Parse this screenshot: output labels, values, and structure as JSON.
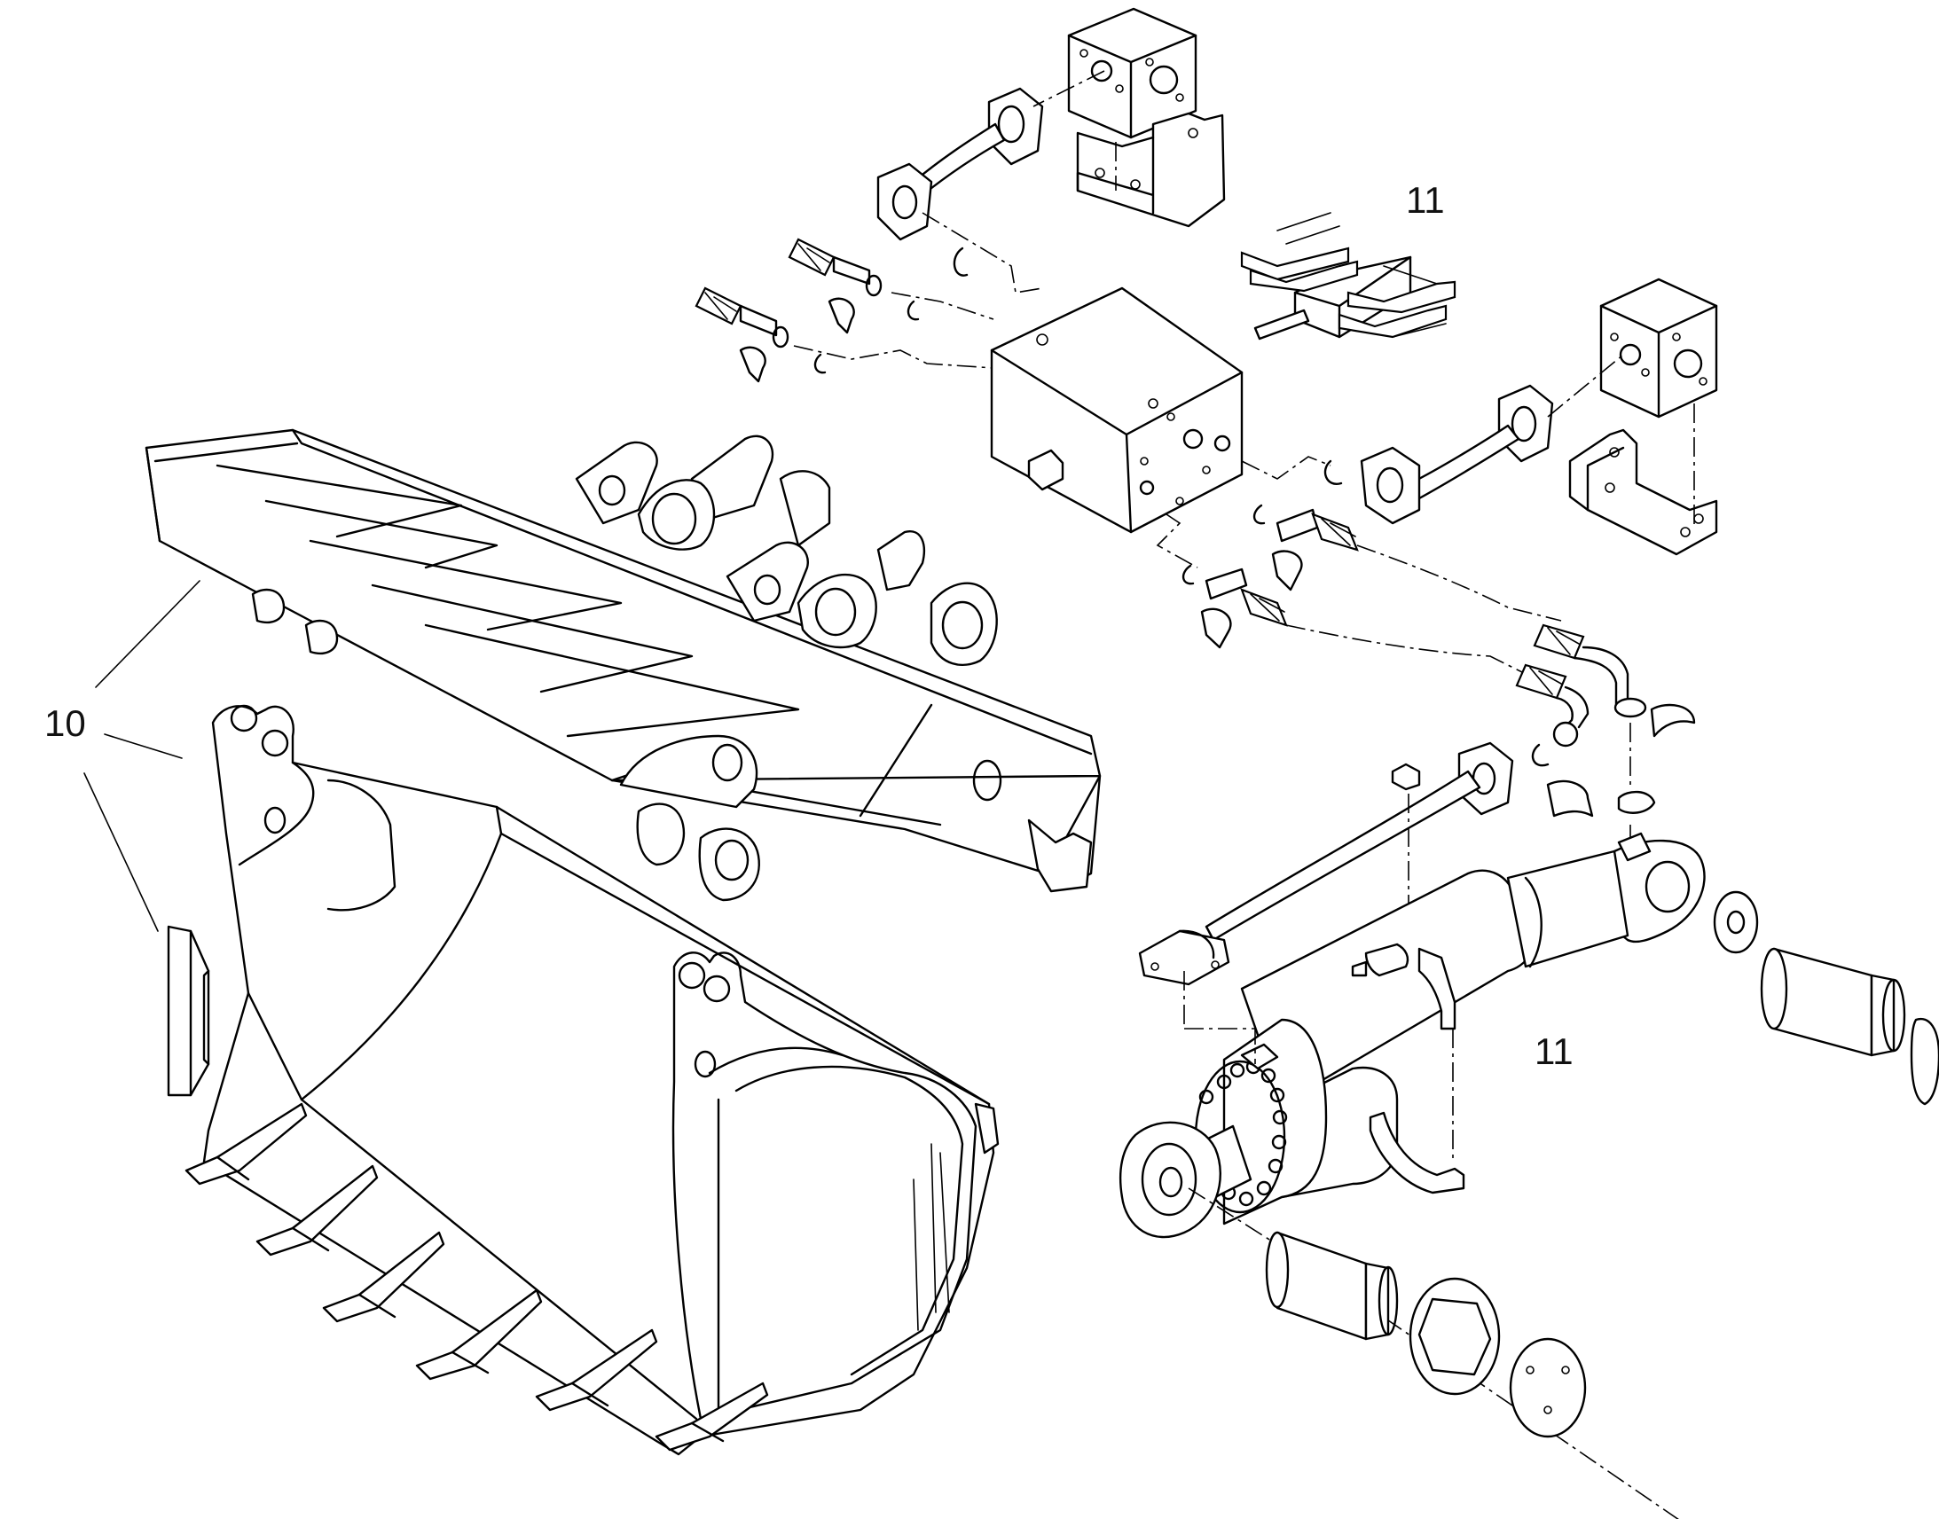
{
  "diagram": {
    "callouts": [
      {
        "id": "c1",
        "text": "11"
      },
      {
        "id": "c2",
        "text": "10"
      },
      {
        "id": "c3",
        "text": "11"
      }
    ]
  }
}
